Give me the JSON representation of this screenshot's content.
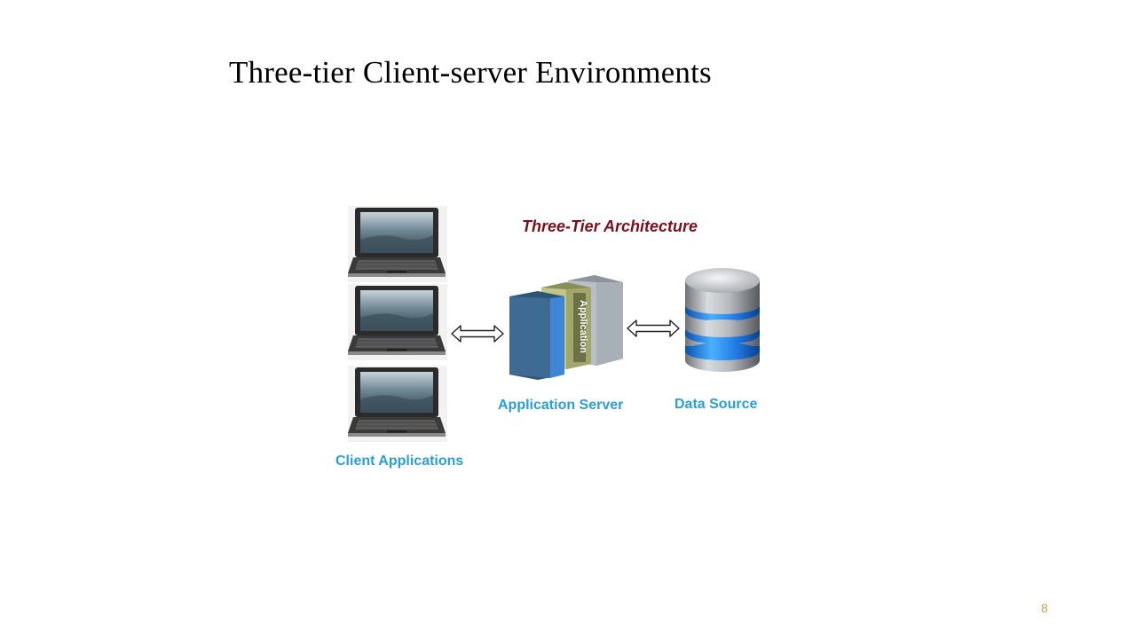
{
  "slide": {
    "title": "Three-tier Client-server Environments",
    "page_number": "8"
  },
  "diagram": {
    "title": "Three-Tier Architecture",
    "clients_label": "Client Applications",
    "app_server_label": "Application Server",
    "app_server_spine_text": "Application",
    "data_source_label": "Data Source",
    "colors": {
      "title": "#7a0f1e",
      "labels": "#2a9fd6",
      "page_number": "#c9a24a"
    },
    "icons": [
      "laptop-icon",
      "laptop-icon",
      "laptop-icon",
      "double-arrow-icon",
      "server-books-icon",
      "double-arrow-icon",
      "database-icon"
    ]
  }
}
